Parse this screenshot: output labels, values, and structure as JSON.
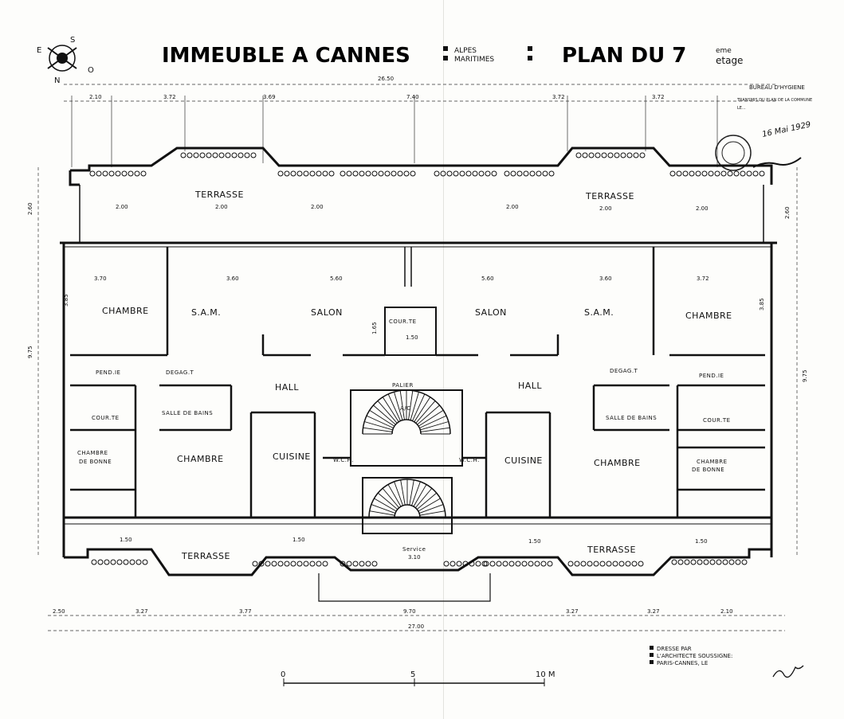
{
  "title": {
    "part1": "IMMEUBLE A CANNES",
    "region_line1": "ALPES",
    "region_line2": "MARITIMES",
    "part2": "PLAN DU 7",
    "superscript": "eme",
    "suffix": "etage"
  },
  "compass": {
    "n": "N",
    "s": "S",
    "e": "E",
    "o": "O"
  },
  "stamp": {
    "line1": "BUREAU D'HYGIENE",
    "line2": "TRANSMIS DU PLAN DE LA COMMUNE",
    "line3": "LE...",
    "date": "16 Mai 1929"
  },
  "dimensions": {
    "total_width_top": "26.50",
    "top_segments": [
      "2.10",
      "3.72",
      "3.69",
      "7.40",
      "3.72",
      "3.72"
    ],
    "bottom_segments": [
      "2.50",
      "3.27",
      "3.77",
      "9.70",
      "3.27",
      "3.27",
      "2.10"
    ],
    "total_width_bottom": "27.00",
    "left_height": "9.75",
    "right_height": "9.75",
    "left_terrace_depth": "2.60",
    "right_terrace_depth": "2.60",
    "room_heights_left": "3.85",
    "room_heights_right": "3.85",
    "terrace_bays": [
      "2.00",
      "2.00",
      "2.00",
      "2.00",
      "2.00",
      "2.00"
    ],
    "rooms_row": [
      "3.70",
      "3.60",
      "5.60",
      "5.60",
      "3.60",
      "3.72"
    ],
    "courette_center": "1.65",
    "landing": "1.50",
    "bottom_bays": [
      "1.50",
      "1.50",
      "1.50",
      "1.50"
    ],
    "service": "3.10"
  },
  "rooms": {
    "terrasse_top_left": "TERRASSE",
    "terrasse_top_right": "TERRASSE",
    "chambre_left": "CHAMBRE",
    "sam_left": "S.A.M.",
    "salon_left": "SALON",
    "courette_center": "COUR.TE",
    "salon_right": "SALON",
    "sam_right": "S.A.M.",
    "chambre_right": "CHAMBRE",
    "pend_left": "PEND.IE",
    "degag_left": "DEGAG.T",
    "hall_left": "HALL",
    "palier": "PALIER",
    "hall_right": "HALL",
    "degag_right": "DEGAG.T",
    "pend_right": "PEND.IE",
    "cour_left": "COUR.TE",
    "sdb_left": "SALLE DE BAINS",
    "asc": "A/C",
    "sdb_right": "SALLE DE BAINS",
    "cour_right": "COUR.TE",
    "bonne_left_1": "CHAMBRE",
    "bonne_left_2": "DE BONNE",
    "chambre2_left": "CHAMBRE",
    "cuisine_left": "CUISINE",
    "wc_left": "W.C.H.",
    "wc_right": "W.C.H.",
    "cuisine_right": "CUISINE",
    "chambre2_right": "CHAMBRE",
    "bonne_right_1": "CHAMBRE",
    "bonne_right_2": "DE BONNE",
    "service": "Service",
    "terrasse_bottom_left": "TERRASSE",
    "terrasse_bottom_right": "TERRASSE"
  },
  "scale": {
    "zero": "0",
    "mid": "5",
    "end": "10 M"
  },
  "credits": {
    "line1": "DRESSE PAR",
    "line2": "L'ARCHITECTE SOUSSIGNE:",
    "line3": "PARIS-CANNES, LE"
  }
}
